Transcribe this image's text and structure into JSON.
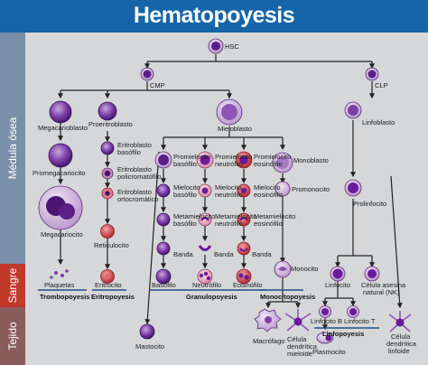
{
  "title": "Hematopoyesis",
  "bands": {
    "marrow": "Médula ósea",
    "blood": "Sangre",
    "tissue": "Tejido"
  },
  "cells": {
    "hsc": "HSC",
    "cmp": "CMP",
    "clp": "CLP",
    "megakaryoblast": "Megacarioblasto",
    "proerythroblast": "Proeritroblasto",
    "myeloblast": "Mieloblasto",
    "lymphoblast": "Linfoblasto",
    "promegakaryocyte": "Promegacariocito",
    "basophilic_erythroblast": "Eritroblasto basófilo",
    "polychromatophilic_erythroblast": "Eritroblasto policromatófilo",
    "orthochromatic_erythroblast": "Eritroblasto ortocromático",
    "megakaryocyte": "Megacariocito",
    "reticulocyte": "Reticulocito",
    "basophilic_promyelocyte": "Promielocito basófilo",
    "neutrophilic_promyelocyte": "Promielocito neutrófilo",
    "eosinophilic_promyelocyte": "Promielocito eosinófilo",
    "monoblast": "Monoblasto",
    "basophilic_myelocyte": "Mielocito basófilo",
    "neutrophilic_myelocyte": "Mielocito neutrófilo",
    "eosinophilic_myelocyte": "Mielocito eosinófilo",
    "promonocyte": "Promonocito",
    "basophilic_metamyelocyte": "Metamielocito basófilo",
    "neutrophilic_metamyelocyte": "Metamielocito neutrófilo",
    "eosinophilic_metamyelocyte": "Metamielocito eosinófilo",
    "basophilic_band": "Banda",
    "neutrophilic_band": "Banda",
    "eosinophilic_band": "Banda",
    "prolymphocyte": "Prolinfocito",
    "platelets": "Plaquetas",
    "erythrocyte": "Eritrocito",
    "basophil": "Basófilo",
    "neutrophil": "Neutrófilo",
    "eosinophil": "Eosinófilo",
    "monocyte": "Monocito",
    "lymphocyte": "Linfocito",
    "nk_cell": "Célula asesina natural (NK)",
    "mast_cell": "Mastocito",
    "macrophage": "Macrófago",
    "myeloid_dendritic": "Célula dendrítica mieloide",
    "b_lymphocyte": "Linfocito B",
    "t_lymphocyte": "Linfocito T",
    "plasmocyte": "Plasmocito",
    "lymphoid_dendritic": "Célula dendrítica linfoide"
  },
  "processes": {
    "thrombopoiesis": "Trombopoyesis",
    "erythropoiesis": "Eritropoyesis",
    "granulopoiesis": "Granulopoyesis",
    "monocytopoiesis": "Monocitopoyesis",
    "lymphopoiesis": "Linfopoyesis"
  },
  "colors": {
    "title_bar": "#1565a8",
    "panel": "#d6d7d9",
    "band_marrow": "#7a8fa9",
    "band_blood": "#c0392b",
    "band_tissue": "#8a5c5c",
    "cell_purple": "#6a1b9a",
    "cell_red": "#c62828",
    "cell_pink": "#f0a0b8"
  }
}
